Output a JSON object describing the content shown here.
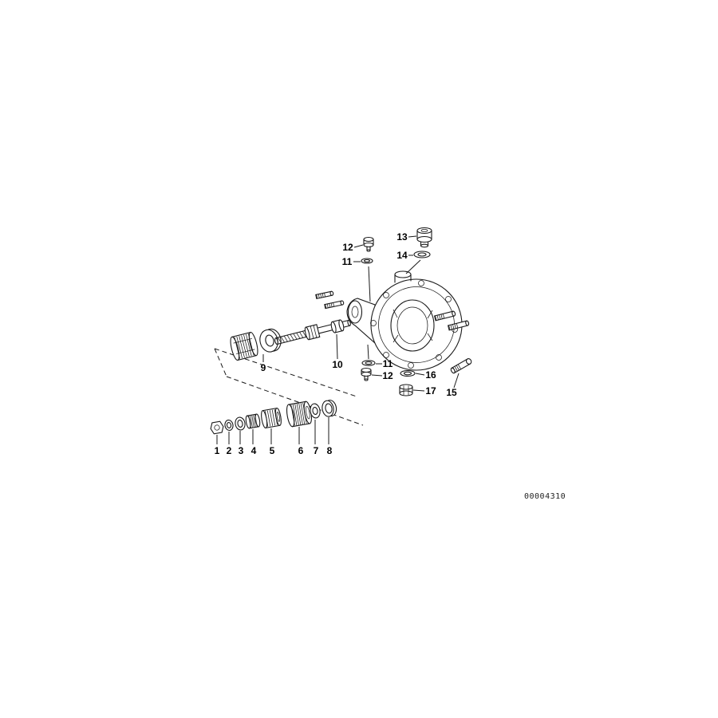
{
  "diagram": {
    "kind": "exploded-parts-diagram",
    "drawing_number": "00004310",
    "colors": {
      "ink": "#1a1a1a",
      "background": "#ffffff"
    },
    "callouts": {
      "c12_top": "12",
      "c11_top": "11",
      "c13": "13",
      "c14": "14",
      "c9": "9",
      "c10": "10",
      "c11_mid": "11",
      "c12_mid": "12",
      "c16": "16",
      "c17": "17",
      "c15": "15",
      "c1": "1",
      "c2": "2",
      "c3": "3",
      "c4": "4",
      "c5": "5",
      "c6": "6",
      "c7": "7",
      "c8": "8"
    }
  }
}
